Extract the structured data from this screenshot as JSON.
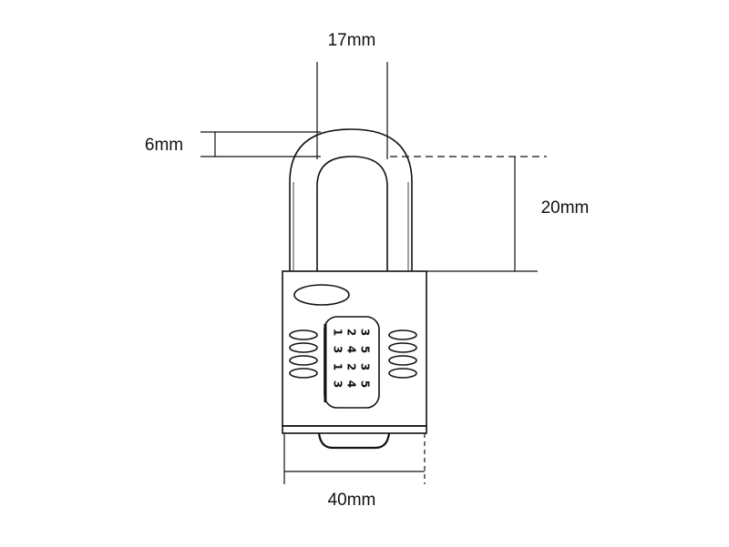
{
  "dimensions": {
    "shackle_width": "17mm",
    "shackle_diameter": "6mm",
    "shackle_clearance": "20mm",
    "body_width": "40mm"
  },
  "dials": {
    "columns": [
      [
        "1",
        "3",
        "1",
        "3"
      ],
      [
        "2",
        "4",
        "2",
        "4"
      ],
      [
        "3",
        "5",
        "3",
        "5"
      ]
    ]
  }
}
